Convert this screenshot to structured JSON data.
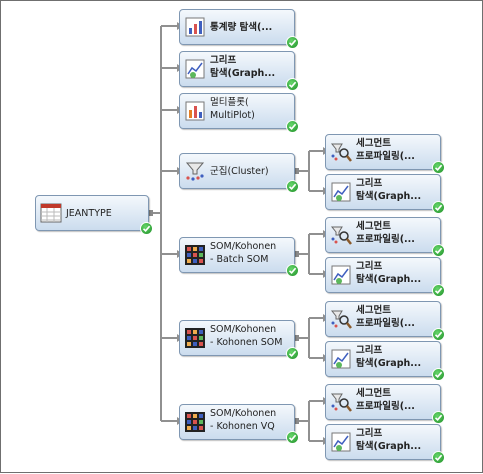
{
  "nodes": {
    "jeantype": {
      "label": "JEANTYPE",
      "icon": "data-table-icon"
    },
    "stat_explore": {
      "label": "통계량 탐색(...",
      "icon": "stat-explore-icon"
    },
    "graph_explore_1": {
      "label": "그리프\n탐색(Graph...",
      "icon": "graph-explore-icon"
    },
    "multiplot": {
      "label": "멀티플롯(\nMultiPlot)",
      "icon": "multiplot-icon"
    },
    "cluster": {
      "label": "군집(Cluster)",
      "icon": "cluster-icon"
    },
    "som_batch": {
      "label": "SOM/Kohonen\n- Batch SOM",
      "icon": "som-grid-icon"
    },
    "som_kohonen": {
      "label": "SOM/Kohonen\n- Kohonen SOM",
      "icon": "som-grid-icon"
    },
    "som_vq": {
      "label": "SOM/Kohonen\n- Kohonen VQ",
      "icon": "som-grid-icon"
    },
    "seg_profile_1": {
      "label": "세그먼트\n프로파일링(...",
      "icon": "segment-profile-icon"
    },
    "graph_1": {
      "label": "그리프\n탐색(Graph...",
      "icon": "graph-explore-icon"
    },
    "seg_profile_2": {
      "label": "세그먼트\n프로파일링(...",
      "icon": "segment-profile-icon"
    },
    "graph_2": {
      "label": "그리프\n탐색(Graph...",
      "icon": "graph-explore-icon"
    },
    "seg_profile_3": {
      "label": "세그먼트\n프로파일링(...",
      "icon": "segment-profile-icon"
    },
    "graph_3": {
      "label": "그리프\n탐색(Graph...",
      "icon": "graph-explore-icon"
    },
    "seg_profile_4": {
      "label": "세그먼트\n프로파일링(...",
      "icon": "segment-profile-icon"
    },
    "graph_4": {
      "label": "그리프\n탐색(Graph...",
      "icon": "graph-explore-icon"
    }
  },
  "status": {
    "run_status": "completed",
    "status_icon": "green-checkmark-icon"
  },
  "colors": {
    "node_border": "#7f97b2",
    "connector": "#909090",
    "check": "#2aa33a"
  }
}
